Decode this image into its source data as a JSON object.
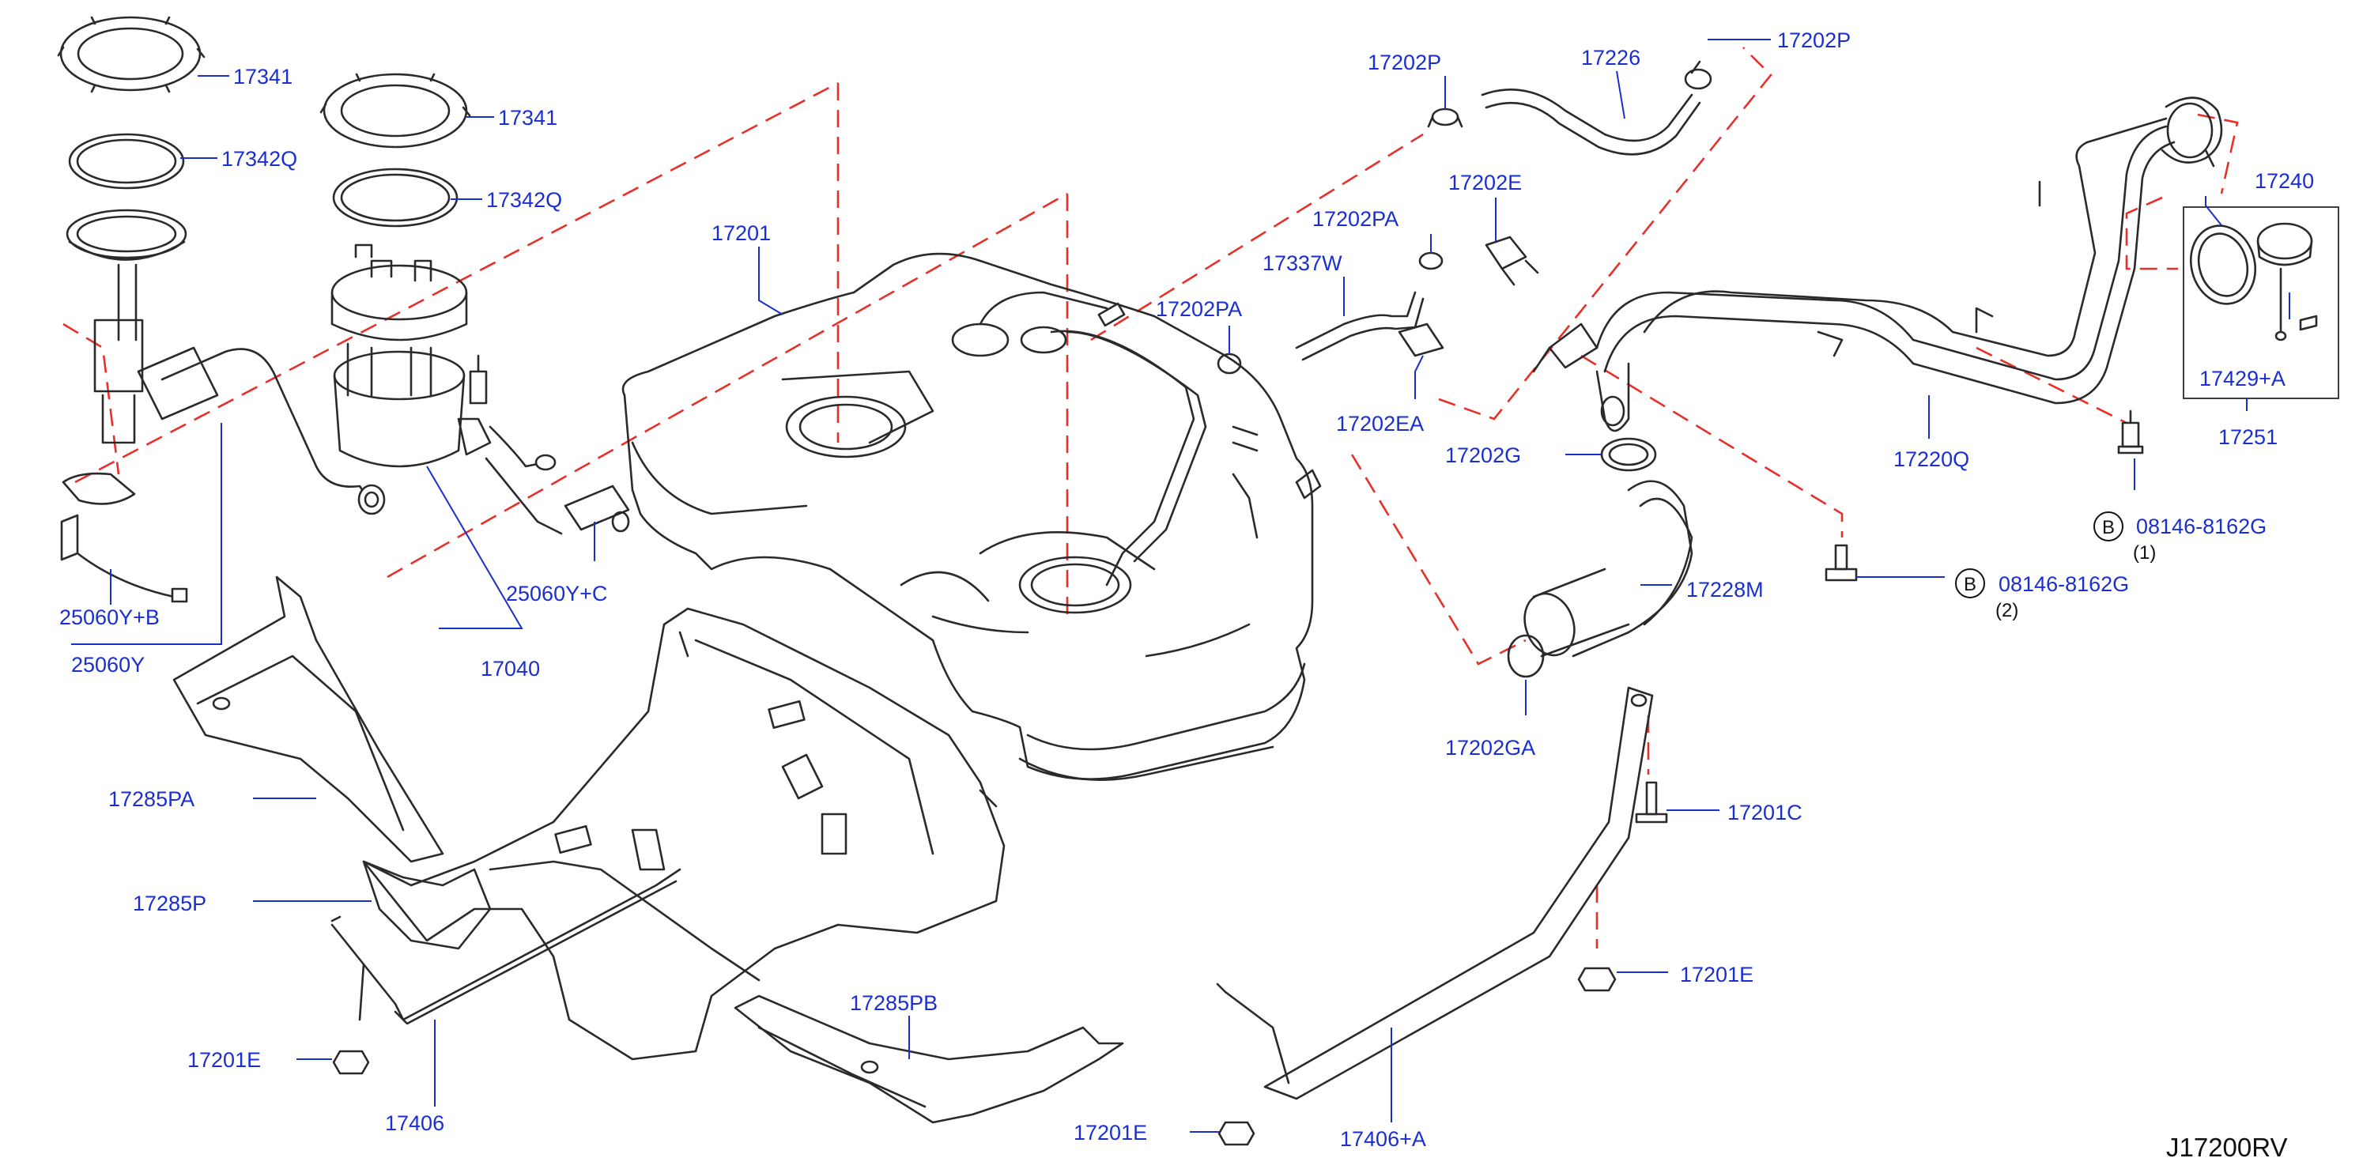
{
  "labels": {
    "l17341a": "17341",
    "l17341b": "17341",
    "l17342qa": "17342Q",
    "l17342qb": "17342Q",
    "l17201": "17201",
    "l25060yb": "25060Y+B",
    "l25060y": "25060Y",
    "l25060yc": "25060Y+C",
    "l17040": "17040",
    "l17202p_a": "17202P",
    "l17226": "17226",
    "l17202p_b": "17202P",
    "l17202e": "17202E",
    "l17202pa_a": "17202PA",
    "l17337w": "17337W",
    "l17202pa_b": "17202PA",
    "l17202ea": "17202EA",
    "l17202g": "17202G",
    "l17240": "17240",
    "l17429a": "17429+A",
    "l17251": "17251",
    "l17220q": "17220Q",
    "l08146_1": "08146-8162G",
    "l08146_2": "08146-8162G",
    "l17228m": "17228M",
    "l17202ga": "17202GA",
    "l17201c": "17201C",
    "l17201e_a": "17201E",
    "l17201e_b": "17201E",
    "l17201e_c": "17201E",
    "l17285pa": "17285PA",
    "l17285p": "17285P",
    "l17285pb": "17285PB",
    "l17406": "17406",
    "l17406a": "17406+A"
  },
  "callouts": {
    "b_symbol": "B",
    "note1": "(1)",
    "note2": "(2)"
  },
  "diagram_ref": "J17200RV",
  "colors": {
    "label": "#1a2fd0",
    "hidden_line": "#e8302a",
    "part_line": "#2a2a2a"
  }
}
